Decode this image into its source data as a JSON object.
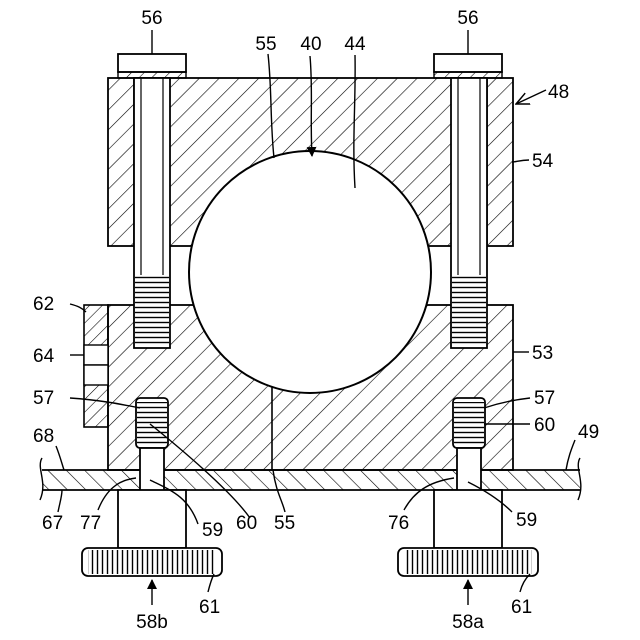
{
  "figure": {
    "labels": {
      "n40": "40",
      "n44": "44",
      "n48": "48",
      "n49": "49",
      "n53": "53",
      "n54": "54",
      "n55_top": "55",
      "n55_bottom": "55",
      "n56_left": "56",
      "n56_right": "56",
      "n57_left": "57",
      "n57_right": "57",
      "n58a": "58a",
      "n58b": "58b",
      "n59_left": "59",
      "n59_right": "59",
      "n60_left": "60",
      "n60_right": "60",
      "n61_left": "61",
      "n61_right": "61",
      "n62": "62",
      "n64": "64",
      "n67": "67",
      "n68": "68",
      "n76": "76",
      "n77": "77"
    },
    "colors": {
      "line": "#000000",
      "background": "#ffffff"
    }
  }
}
